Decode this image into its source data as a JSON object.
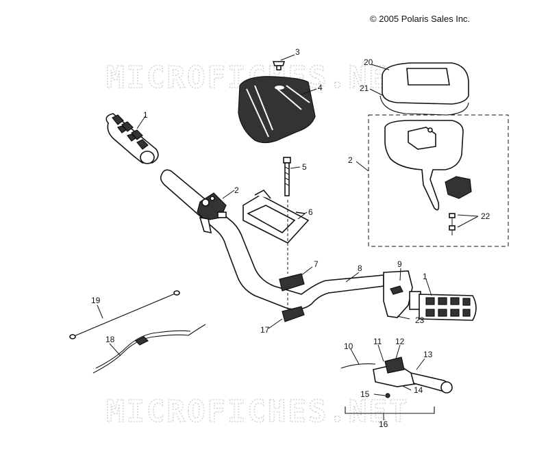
{
  "copyright": "© 2005 Polaris Sales Inc.",
  "watermark": "MICROFICHES.NET",
  "callouts": [
    "1",
    "2",
    "3",
    "4",
    "5",
    "6",
    "7",
    "8",
    "9",
    "1",
    "10",
    "11",
    "12",
    "13",
    "14",
    "15",
    "16",
    "17",
    "18",
    "19",
    "20",
    "21",
    "2",
    "22",
    "23"
  ]
}
